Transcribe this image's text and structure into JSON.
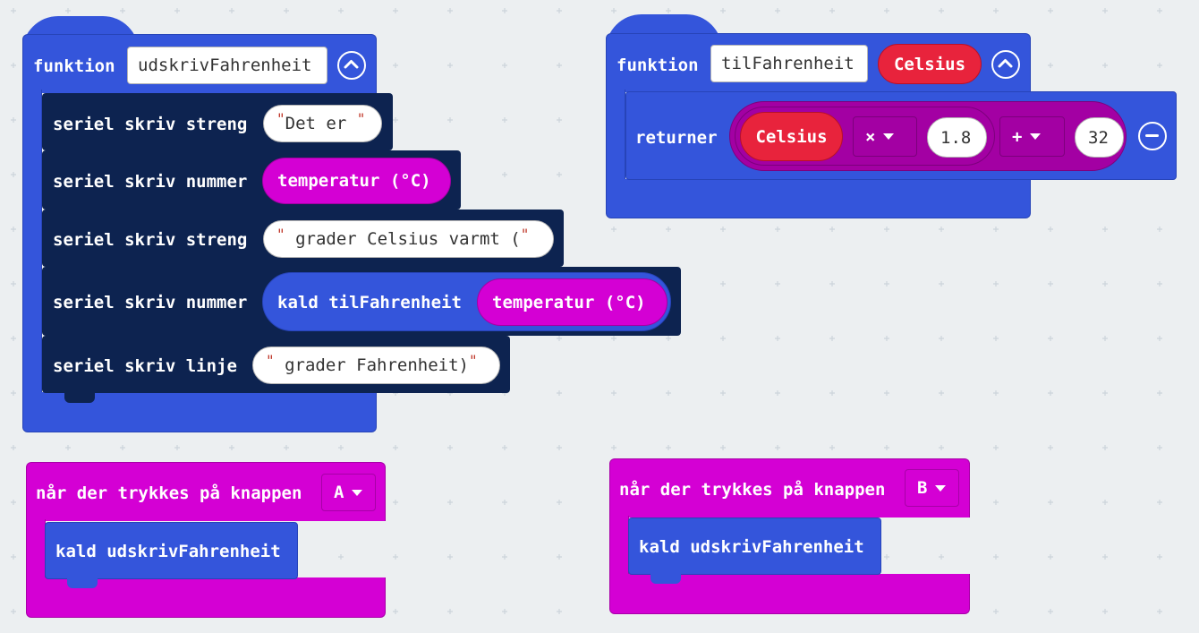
{
  "fn1": {
    "keyword": "funktion",
    "name": "udskrivFahrenheit",
    "statements": [
      {
        "label": "seriel skriv streng",
        "arg": "Det er "
      },
      {
        "label": "seriel skriv nummer",
        "arg": "temperatur (°C)"
      },
      {
        "label": "seriel skriv streng",
        "arg": " grader Celsius varmt ("
      },
      {
        "label": "seriel skriv nummer",
        "call_label": "kald tilFahrenheit",
        "call_arg": "temperatur (°C)"
      },
      {
        "label": "seriel skriv linje",
        "arg": " grader Fahrenheit)"
      }
    ]
  },
  "fn2": {
    "keyword": "funktion",
    "name": "tilFahrenheit",
    "param": "Celsius",
    "return_label": "returner",
    "expr": {
      "param": "Celsius",
      "op1": "×",
      "val1": "1.8",
      "op2": "+",
      "val2": "32"
    }
  },
  "events": [
    {
      "label": "når der trykkes på knappen",
      "button": "A",
      "call": "kald udskrivFahrenheit"
    },
    {
      "label": "når der trykkes på knappen",
      "button": "B",
      "call": "kald udskrivFahrenheit"
    }
  ],
  "quote_char": "\"",
  "colors": {
    "background": "#eceff1",
    "functions": "#3455db",
    "serial": "#0d2350",
    "input": "#d400d4",
    "parameter": "#e8233c"
  }
}
